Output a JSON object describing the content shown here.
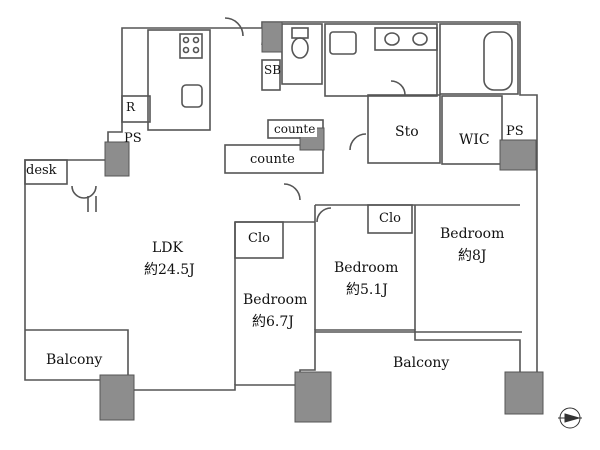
{
  "rooms": {
    "ldk": {
      "name": "LDK",
      "size": "約24.5J"
    },
    "bedroom_left": {
      "name": "Bedroom",
      "size": "約6.7J"
    },
    "bedroom_mid": {
      "name": "Bedroom",
      "size": "約5.1J"
    },
    "bedroom_right": {
      "name": "Bedroom",
      "size": "約8J"
    },
    "balcony_left": "Balcony",
    "balcony_right": "Balcony",
    "desk": "desk",
    "sb": "SB",
    "r": "R",
    "ps_left": "PS",
    "ps_right": "PS",
    "counter_top": "counte",
    "counter_bottom": "counte",
    "sto": "Sto",
    "wic": "WIC",
    "clo_left": "Clo",
    "clo_right": "Clo"
  },
  "colors": {
    "wall": "#8a8a8a",
    "pillar": "#8d8d8d",
    "line": "#555555",
    "floor": "#ffffff"
  }
}
